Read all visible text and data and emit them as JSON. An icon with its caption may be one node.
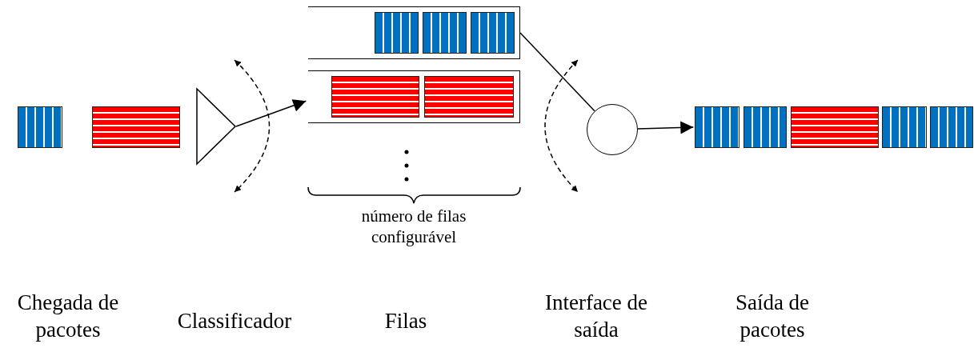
{
  "diagram": {
    "nodes": [
      {
        "text": [],
        "shape": "box"
      },
      {
        "text": [],
        "shape": "box"
      },
      {
        "text": [],
        "shape": "triangle"
      },
      {
        "text": [],
        "shape": "box"
      },
      {
        "text": [],
        "shape": "box",
        "in": 3
      },
      {
        "text": [],
        "shape": "box",
        "in": 3
      },
      {
        "text": [],
        "shape": "box",
        "in": 3
      },
      {
        "text": [],
        "shape": "box"
      },
      {
        "text": [],
        "shape": "box",
        "in": 7
      },
      {
        "text": [],
        "shape": "box",
        "in": 7
      },
      {
        "text": [],
        "shape": "circle"
      },
      {
        "text": [],
        "shape": "box"
      },
      {
        "text": [],
        "shape": "box"
      },
      {
        "text": [],
        "shape": "box"
      },
      {
        "text": [],
        "shape": "box"
      },
      {
        "text": [],
        "shape": "box"
      }
    ],
    "edges": [
      {
        "from": 2,
        "to": 7,
        "arrow": "to"
      },
      {
        "from": 3,
        "to": 10,
        "arrow": "none"
      },
      {
        "from": 10,
        "to": 11,
        "arrow": "to"
      }
    ],
    "labels": [
      "número de filas configurável",
      "Chegada de pacotes",
      "Classificador",
      "Filas",
      "Interface de saída",
      "Saída de pacotes"
    ]
  }
}
